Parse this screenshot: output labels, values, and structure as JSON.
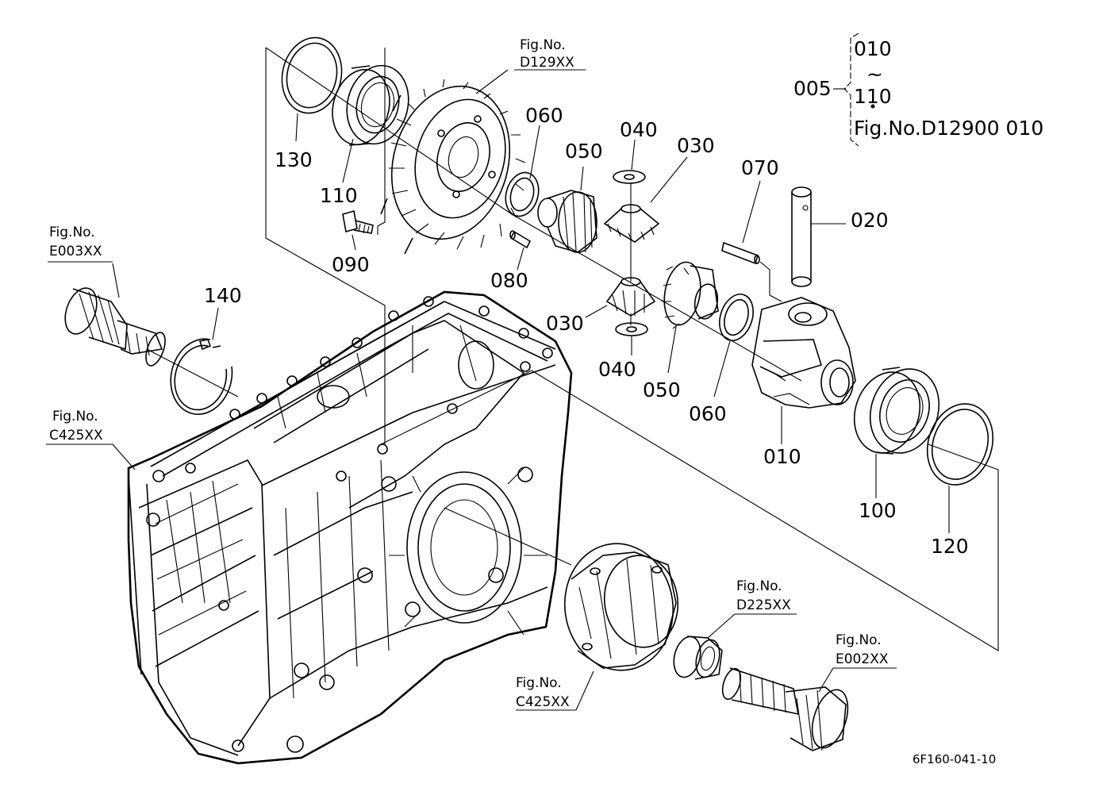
{
  "diagram": {
    "part_labels": {
      "p005": "005",
      "p010": "010",
      "p020": "020",
      "p030_top": "030",
      "p030_bottom": "030",
      "p040_top": "040",
      "p040_bottom": "040",
      "p050_top": "050",
      "p050_bottom": "050",
      "p060_top": "060",
      "p060_bottom": "060",
      "p070": "070",
      "p080": "080",
      "p090": "090",
      "p100": "100",
      "p110": "110",
      "p120": "120",
      "p130": "130",
      "p140": "140"
    },
    "references": {
      "d129": {
        "line1": "Fig.No.",
        "line2": "D129XX"
      },
      "e003": {
        "line1": "Fig.No.",
        "line2": "E003XX"
      },
      "c425_left": {
        "line1": "Fig.No.",
        "line2": "C425XX"
      },
      "c425_bottom": {
        "line1": "Fig.No.",
        "line2": "C425XX"
      },
      "d225": {
        "line1": "Fig.No.",
        "line2": "D225XX"
      },
      "e002": {
        "line1": "Fig.No.",
        "line2": "E002XX"
      }
    },
    "assembly_note": {
      "range_start": "010",
      "range_tilde": "~",
      "range_end": "110",
      "fig_ref": "Fig.No.D12900  010"
    },
    "drawing_code": "6F160-041-10"
  }
}
